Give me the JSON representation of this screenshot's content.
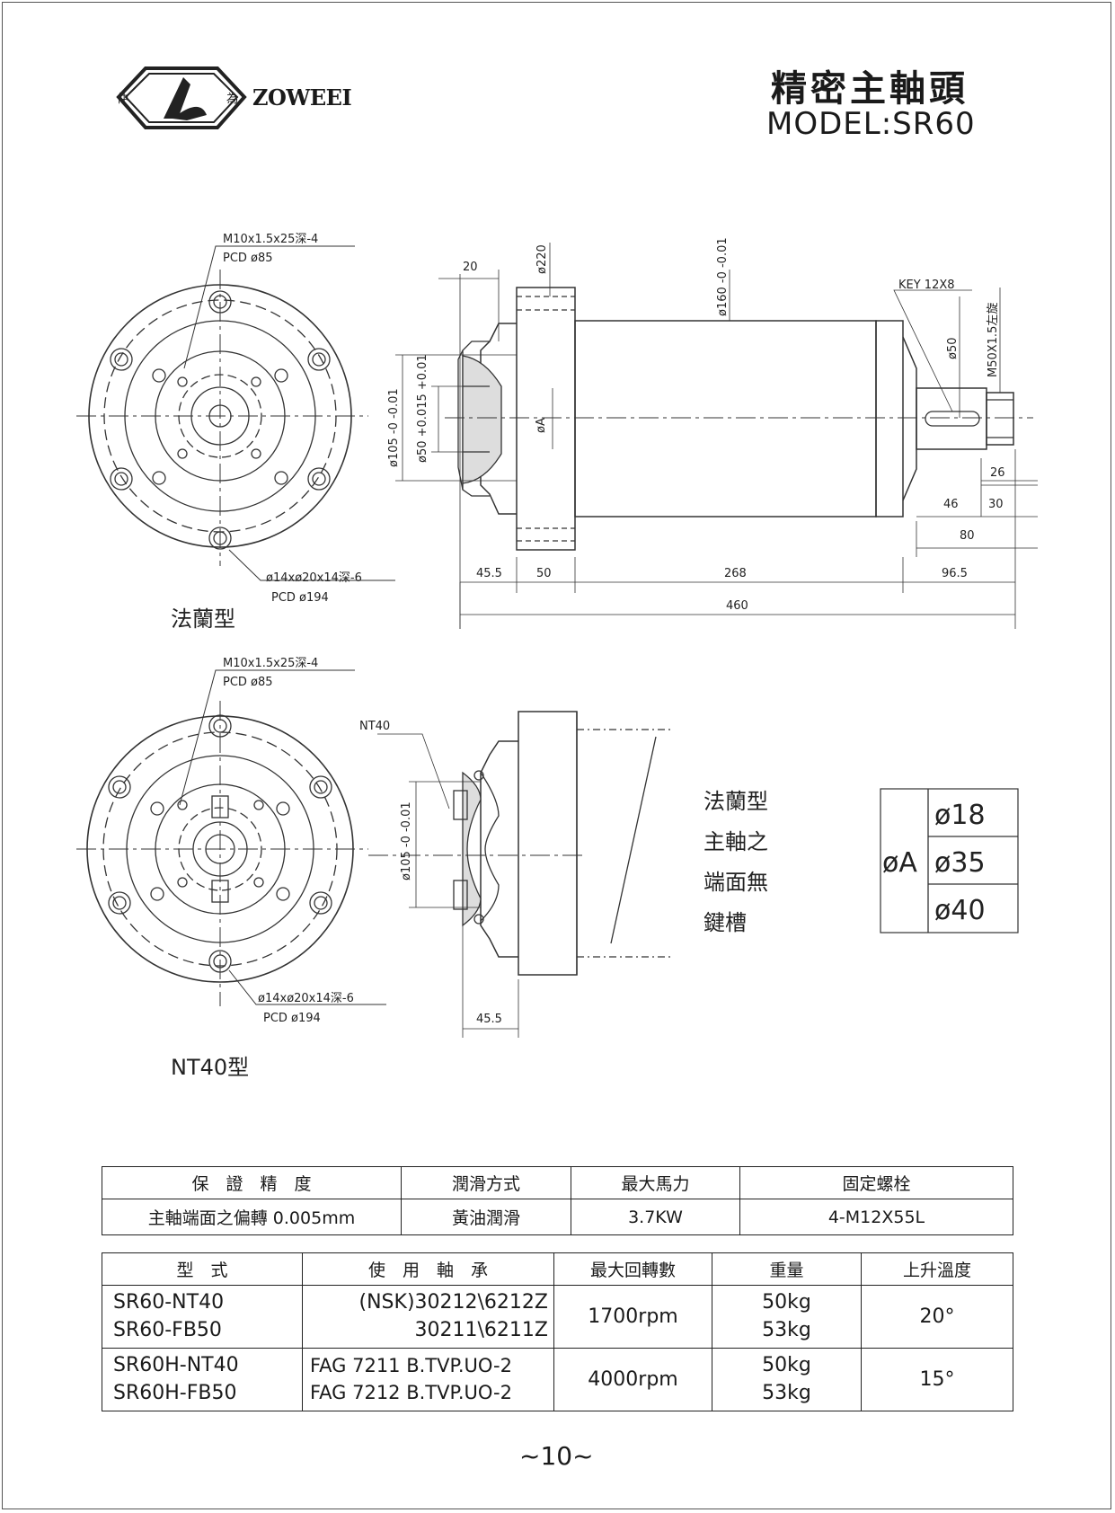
{
  "header": {
    "logo_left_char": "仲",
    "logo_right_char": "為",
    "logo_text": "ZOWEEI",
    "title_cn": "精密主軸頭",
    "model": "MODEL:SR60"
  },
  "drawing_top": {
    "thread_note": "M10x1.5x25深-4",
    "pcd_note": "PCD ø85",
    "hole_note": "ø14xø20x14深-6",
    "pcd_note_2": "PCD ø194",
    "type_label": "法蘭型",
    "dim_20": "20",
    "dim_220": "ø220",
    "dim_160": "ø160 -0 -0.01",
    "dim_105": "ø105 -0 -0.01",
    "dim_50": "ø50 +0.015 +0.01",
    "dim_a": "øA",
    "key": "KEY 12X8",
    "dim_shaft50": "ø50",
    "thread_left": "M50X1.5左旋",
    "dim_26": "26",
    "dim_46": "46",
    "dim_30": "30",
    "dim_80": "80",
    "dim_45_5": "45.5",
    "dim_50b": "50",
    "dim_268": "268",
    "dim_96_5": "96.5",
    "dim_460": "460"
  },
  "drawing_bottom": {
    "thread_note": "M10x1.5x25深-4",
    "pcd_note": "PCD ø85",
    "nt_label": "NT40",
    "dim_105": "ø105 -0 -0.01",
    "hole_note": "ø14xø20x14深-6",
    "pcd_note_2": "PCD ø194",
    "dim_45_5": "45.5",
    "type_label": "NT40型",
    "note_lines": [
      "法蘭型",
      "主軸之",
      "端面無",
      "鍵槽"
    ],
    "phi_a_label": "øA",
    "phi_a_values": [
      "ø18",
      "ø35",
      "ø40"
    ]
  },
  "table1": {
    "headers": [
      "保　證　精　度",
      "潤滑方式",
      "最大馬力",
      "固定螺栓"
    ],
    "row": [
      "主軸端面之偏轉 0.005mm",
      "黃油潤滑",
      "3.7KW",
      "4-M12X55L"
    ]
  },
  "table2": {
    "headers": [
      "型　式",
      "使　用　軸　承",
      "最大回轉數",
      "重量",
      "上升溫度"
    ],
    "rows": [
      {
        "models": [
          "SR60-NT40",
          "SR60-FB50"
        ],
        "bearings": [
          "(NSK)30212\\6212Z",
          "30211\\6211Z"
        ],
        "rpm": "1700rpm",
        "weights": [
          "50kg",
          "53kg"
        ],
        "temp": "20°"
      },
      {
        "models": [
          "SR60H-NT40",
          "SR60H-FB50"
        ],
        "bearings": [
          "FAG 7211 B.TVP.UO-2",
          "FAG 7212 B.TVP.UO-2"
        ],
        "rpm": "4000rpm",
        "weights": [
          "50kg",
          "53kg"
        ],
        "temp": "15°"
      }
    ]
  },
  "footer": {
    "page_number": "~10~"
  }
}
